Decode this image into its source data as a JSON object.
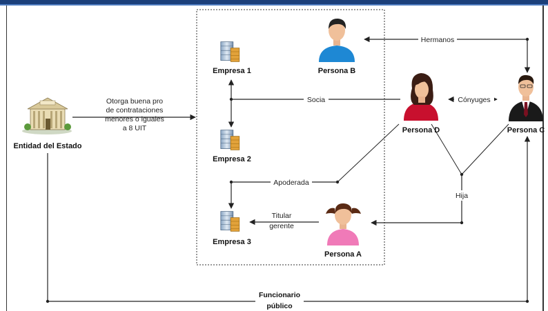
{
  "nodes": {
    "entidad": "Entidad del Estado",
    "empresa1": "Empresa 1",
    "empresa2": "Empresa 2",
    "empresa3": "Empresa 3",
    "persona_a": "Persona A",
    "persona_b": "Persona B",
    "persona_c": "Persona C",
    "persona_d": "Persona D"
  },
  "edges": {
    "otorga": [
      "Otorga buena pro",
      "de contrataciones",
      "menores o iguales",
      "a 8 UIT"
    ],
    "socia": "Socia",
    "hermanos": "Hermanos",
    "conyuges": "Cónyuges",
    "apoderada": "Apoderada",
    "titular": [
      "Titular",
      "gerente"
    ],
    "hija": "Hija",
    "funcionario": [
      "Funcionario",
      "público"
    ]
  },
  "colors": {
    "line": "#222222",
    "persona_a_shirt": "#f07ab8",
    "persona_b_shirt": "#1e88d4",
    "persona_c_suit": "#1a1a1a",
    "persona_d_shirt": "#c8102e"
  },
  "icons": [
    "government-building-icon",
    "server-stack-icon",
    "person-icon"
  ]
}
